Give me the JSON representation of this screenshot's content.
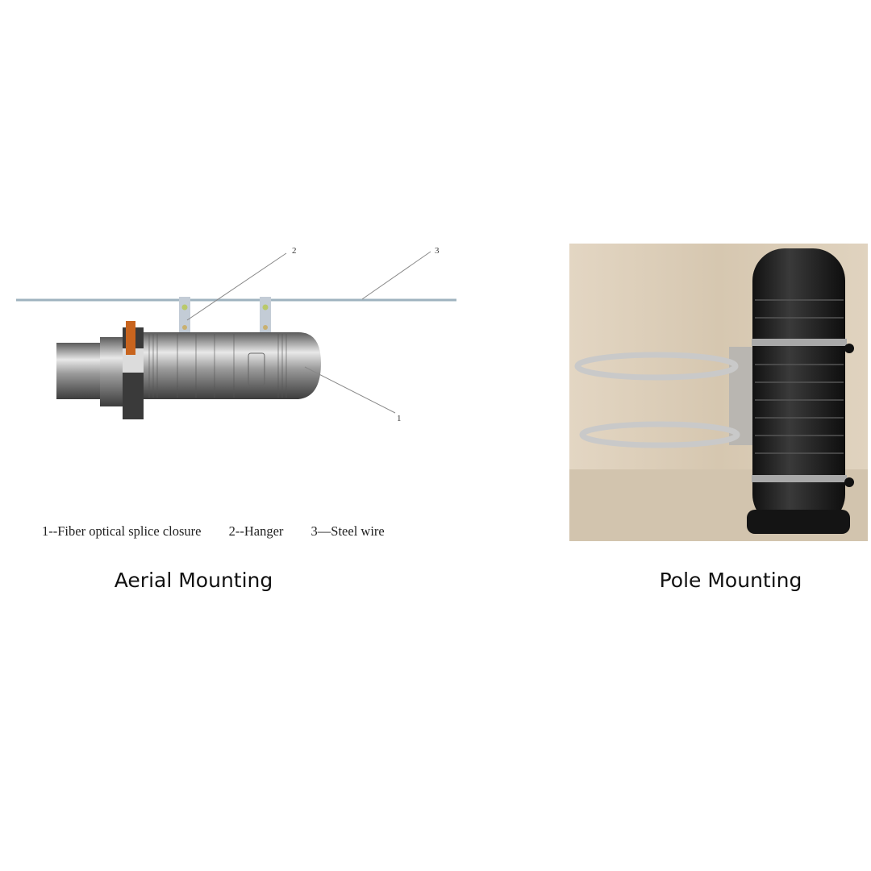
{
  "aerial": {
    "callouts": {
      "closure": "1",
      "hanger": "2",
      "wire": "3"
    },
    "legend": [
      "1--Fiber optical splice closure",
      "2--Hanger",
      "3—Steel wire"
    ],
    "caption": "Aerial Mounting"
  },
  "pole": {
    "caption": "Pole Mounting"
  },
  "colors": {
    "wire": "#9fb3bf",
    "closure_body": "#8c8c8c",
    "orange_tab": "#c8641e",
    "pole_closure": "#1e1e1e",
    "wood": "#d9cbb6"
  }
}
